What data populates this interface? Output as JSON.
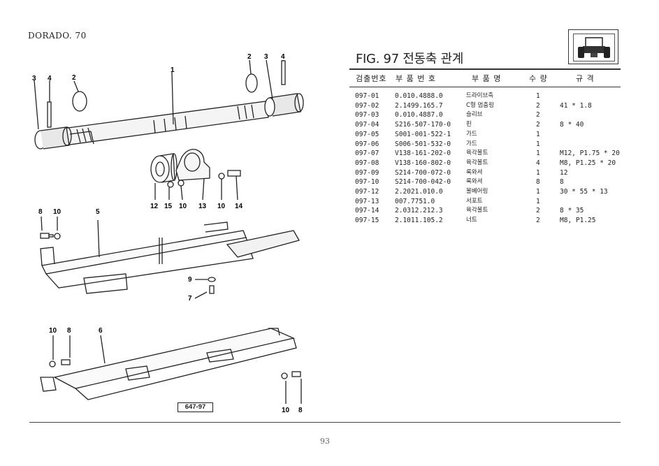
{
  "header": {
    "model": "DORADO. 70"
  },
  "figure": {
    "title": "FIG. 97 전동축 관계",
    "code": "647-97"
  },
  "table": {
    "headers": [
      "검출번호",
      "부 품 번 호",
      "부 품 명",
      "수 량",
      "규 격"
    ],
    "rows": [
      [
        "097-01",
        "0.010.4888.0",
        "드라이브축",
        "1",
        ""
      ],
      [
        "097-02",
        "2.1499.165.7",
        "C형 멈춤링",
        "2",
        "41 * 1.8"
      ],
      [
        "097-03",
        "0.010.4887.0",
        "슬리브",
        "2",
        ""
      ],
      [
        "097-04",
        "S216-507-170-0",
        "핀",
        "2",
        "8 * 40"
      ],
      [
        "097-05",
        "S001-001-522-1",
        "가드",
        "1",
        ""
      ],
      [
        "097-06",
        "S006-501-532-0",
        "가드",
        "1",
        ""
      ],
      [
        "097-07",
        "V138-161-202-0",
        "육각볼트",
        "1",
        "M12, P1.75 * 20"
      ],
      [
        "097-08",
        "V138-160-802-0",
        "육각볼트",
        "4",
        "M8, P1.25 * 20"
      ],
      [
        "097-09",
        "S214-700-072-0",
        "록와셔",
        "1",
        "12"
      ],
      [
        "097-10",
        "S214-700-042-0",
        "록와셔",
        "8",
        "8"
      ],
      [
        "097-12",
        "2.2021.010.0",
        "볼베어링",
        "1",
        "30 * 55 * 13"
      ],
      [
        "097-13",
        "007.7751.0",
        "서포트",
        "1",
        ""
      ],
      [
        "097-14",
        "2.0312.212.3",
        "육각볼트",
        "2",
        "8 * 35"
      ],
      [
        "097-15",
        "2.1011.105.2",
        "너트",
        "2",
        "M8, P1.25"
      ]
    ]
  },
  "callouts": {
    "shaft_left_3": "3",
    "shaft_left_4": "4",
    "shaft_left_2": "2",
    "shaft_1": "1",
    "shaft_right_2": "2",
    "shaft_right_3": "3",
    "shaft_right_4": "4",
    "bearing_12": "12",
    "bearing_15": "15",
    "bearing_10": "10",
    "bearing_13": "13",
    "bearing_10b": "10",
    "bearing_14": "14",
    "guard1_8": "8",
    "guard1_10": "10",
    "guard1_5": "5",
    "bolt_9": "9",
    "bolt_7": "7",
    "guard2_10": "10",
    "guard2_8": "8",
    "guard2_6": "6",
    "guard2_br_10": "10",
    "guard2_br_8": "8"
  },
  "page": {
    "number": "93"
  }
}
